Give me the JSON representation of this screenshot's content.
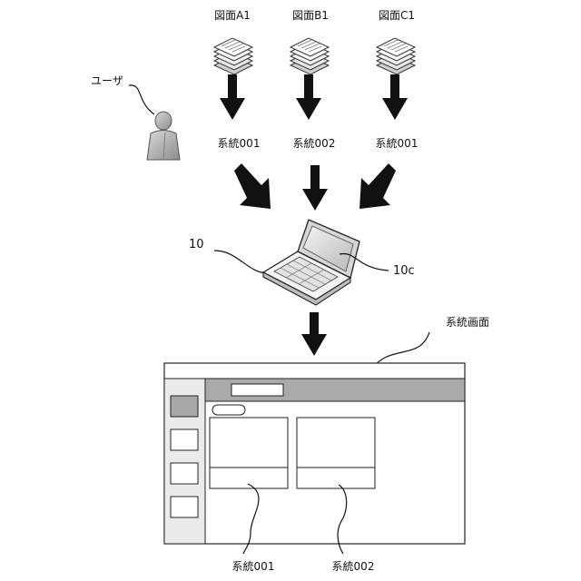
{
  "drawings": [
    {
      "label": "図面A1",
      "system": "系統001"
    },
    {
      "label": "図面B1",
      "system": "系統002"
    },
    {
      "label": "図面C1",
      "system": "系統001"
    }
  ],
  "user": {
    "label": "ユーザ"
  },
  "terminal": {
    "ref": "10",
    "screen_ref": "10c"
  },
  "system_screen": {
    "label": "系統画面",
    "panels": [
      {
        "label": "系統001"
      },
      {
        "label": "系統002"
      }
    ]
  }
}
